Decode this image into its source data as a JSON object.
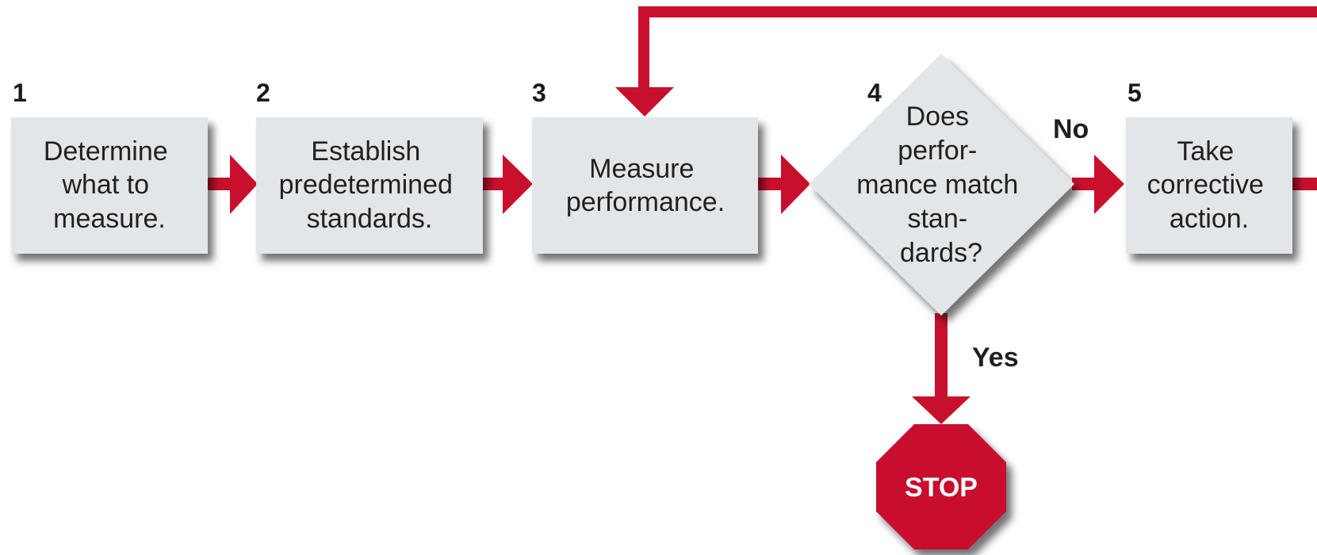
{
  "colors": {
    "accent": "#c8102e",
    "box_fill": "#e2e6e8",
    "text": "#231f20"
  },
  "steps": [
    {
      "number": "1",
      "lines": [
        "Determine",
        "what to",
        "measure."
      ]
    },
    {
      "number": "2",
      "lines": [
        "Establish",
        "predetermined",
        "standards."
      ]
    },
    {
      "number": "3",
      "lines": [
        "Measure",
        "performance."
      ]
    },
    {
      "number": "4",
      "lines": [
        "Does",
        "perfor-",
        "mance match",
        "stan-",
        "dards?"
      ]
    },
    {
      "number": "5",
      "lines": [
        "Take",
        "corrective",
        "action."
      ]
    }
  ],
  "branches": {
    "no": "No",
    "yes": "Yes"
  },
  "stop": {
    "label": "STOP",
    "icon": "stop-sign-icon"
  }
}
